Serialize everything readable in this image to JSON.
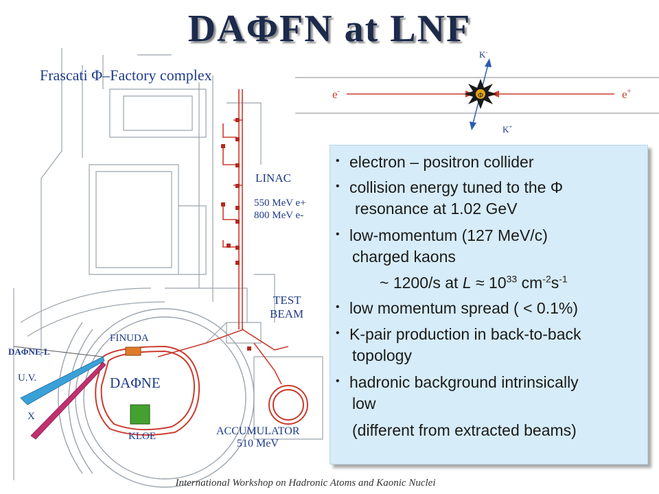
{
  "slide": {
    "title": "DAΦFN  at  LNF",
    "footer": "International Workshop on Hadronic Atoms and Kaonic Nuclei"
  },
  "map": {
    "heading": "Frascati Φ–Factory complex",
    "labels": {
      "linac": "LINAC",
      "linac_e_plus": "550 MeV e+",
      "linac_e_minus": "800 MeV e-",
      "test": "TEST",
      "beam": "BEAM",
      "finuda": "FINUDA",
      "daphne_l": "DAΦNE-L",
      "uv": "U.V.",
      "x": "X",
      "daphne": "DAΦNE",
      "kloe": "KLOE",
      "accumulator": "ACCUMULATOR",
      "accumulator_energy": "510 MeV"
    }
  },
  "collision": {
    "e_minus": "e",
    "e_minus_sup": "-",
    "e_plus": "e",
    "e_plus_sup": "+",
    "k_minus": "K",
    "k_minus_sup": "-",
    "k_plus": "K",
    "k_plus_sup": "+",
    "phi": "Φ"
  },
  "info": {
    "b1": "electron – positron  collider",
    "b2a": "collision energy tuned to the Φ",
    "b2b": "resonance at 1.02 GeV",
    "b3a": "low-momentum (127 MeV/c)",
    "b3b": "charged kaons",
    "rate_pre": "~ 1200/s at ",
    "rate_L": "L",
    "rate_mid": " ≈ 10",
    "rate_exp": "33",
    "rate_unit": " cm",
    "rate_unit_exp1": "-2",
    "rate_unit_s": "s",
    "rate_unit_exp2": "-1",
    "b4": "low momentum spread ( < 0.1%)",
    "b5a": "K-pair production in back-to-back",
    "b5b": "topology",
    "b6a": "hadronic background intrinsically",
    "b6b": "low",
    "b6c": "(different from extracted beams)"
  },
  "colors": {
    "title": "#1c2a4c",
    "box_bg": "#d6ecf8",
    "ring": "#cc3b2e",
    "label": "#1f3b8a",
    "finuda": "#e07a2a",
    "kloe": "#44a12f",
    "uv_beam": "#3aa0d8",
    "x_beam": "#c0306f"
  }
}
